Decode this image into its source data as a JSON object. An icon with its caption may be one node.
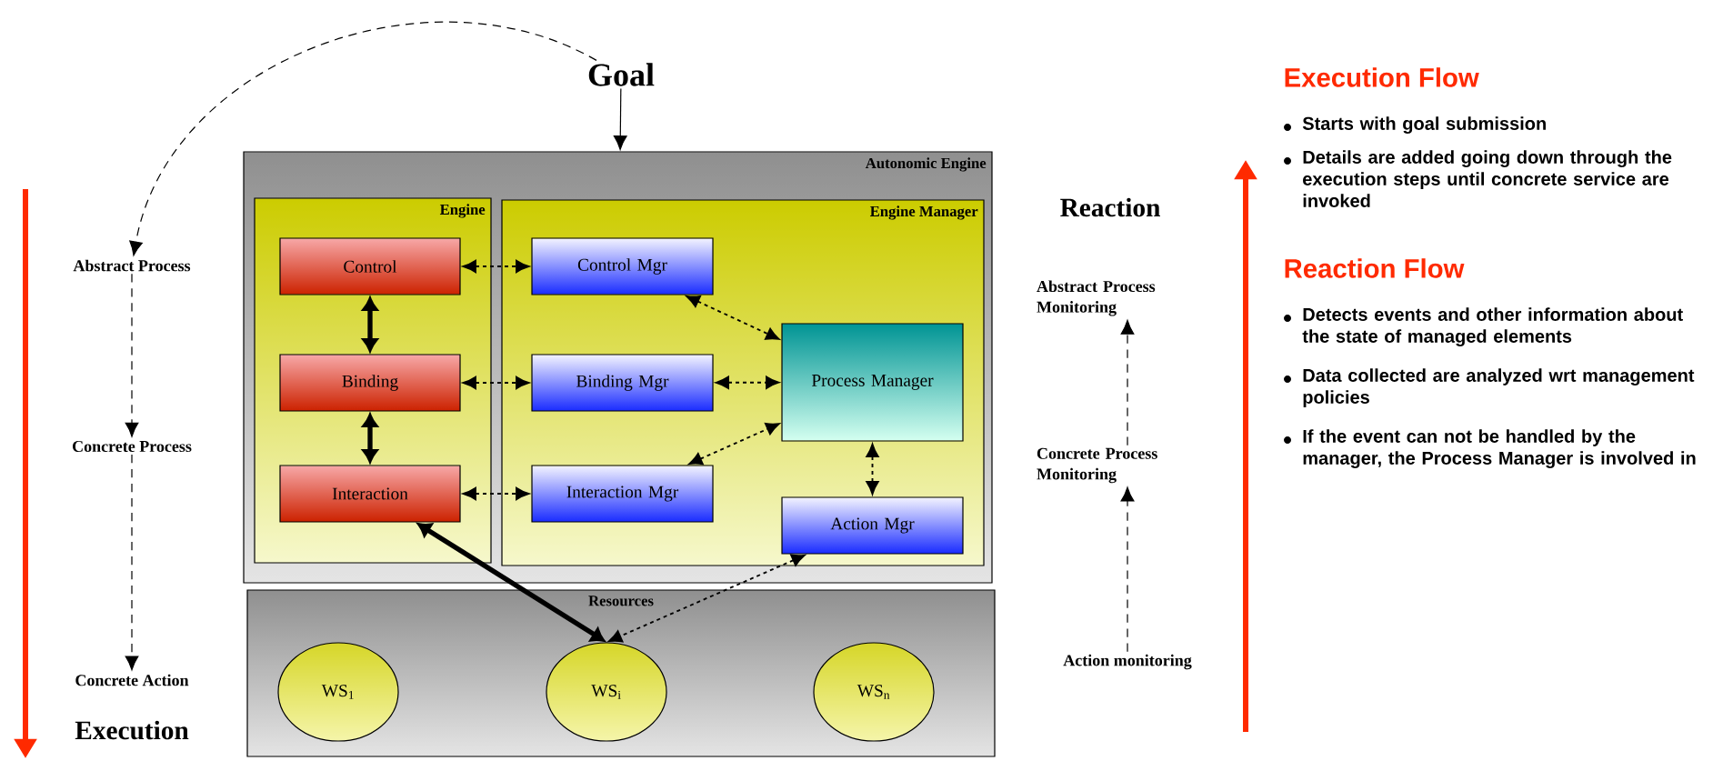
{
  "diagram": {
    "nodes": [
      {
        "text": [
          "Goal"
        ]
      },
      {
        "text": [
          "Autonomic Engine"
        ]
      },
      {
        "text": [
          "Engine"
        ],
        "in": 1
      },
      {
        "text": [
          "Control"
        ],
        "in": 2
      },
      {
        "text": [
          "Binding"
        ],
        "in": 2
      },
      {
        "text": [
          "Interaction"
        ],
        "in": 2
      },
      {
        "text": [
          "Engine Manager"
        ],
        "in": 1
      },
      {
        "text": [
          "Control Mgr"
        ],
        "in": 6
      },
      {
        "text": [
          "Binding Mgr"
        ],
        "in": 6
      },
      {
        "text": [
          "Interaction Mgr"
        ],
        "in": 6
      },
      {
        "text": [
          "Process Manager"
        ],
        "in": 6
      },
      {
        "text": [
          "Action Mgr"
        ],
        "in": 6
      },
      {
        "text": [
          "Resources"
        ]
      },
      {
        "text": [
          "WS$_{1}$"
        ],
        "in": 12
      },
      {
        "text": [
          "WS$_{i}$"
        ],
        "in": 12
      },
      {
        "text": [
          "WS$_{n}$"
        ],
        "in": 12
      },
      {
        "text": [
          "Abstract Process"
        ]
      },
      {
        "text": [
          "Concrete Process"
        ]
      },
      {
        "text": [
          "Concrete Action"
        ]
      },
      {
        "text": [
          "Abstract Process Monitoring"
        ]
      },
      {
        "text": [
          "Concrete Process Monitoring"
        ]
      },
      {
        "text": [
          "Action monitoring"
        ]
      }
    ],
    "edges": [
      {
        "from": 0,
        "to": 1,
        "arrow": "to"
      },
      {
        "from": 0,
        "to": 16,
        "arrow": "to",
        "style": "dashed"
      },
      {
        "from": 16,
        "to": 17,
        "arrow": "to",
        "style": "dashed"
      },
      {
        "from": 17,
        "to": 18,
        "arrow": "to",
        "style": "dashed"
      },
      {
        "from": 21,
        "to": 20,
        "arrow": "to",
        "style": "dashed"
      },
      {
        "from": 20,
        "to": 19,
        "arrow": "to",
        "style": "dashed"
      },
      {
        "from": 3,
        "to": 4,
        "arrow": "both",
        "style": "thick"
      },
      {
        "from": 4,
        "to": 5,
        "arrow": "both",
        "style": "thick"
      },
      {
        "from": 3,
        "to": 7,
        "arrow": "both",
        "style": "dashed"
      },
      {
        "from": 4,
        "to": 8,
        "arrow": "both",
        "style": "dashed"
      },
      {
        "from": 5,
        "to": 9,
        "arrow": "both",
        "style": "dashed"
      },
      {
        "from": 7,
        "to": 10,
        "arrow": "both",
        "style": "dashed"
      },
      {
        "from": 8,
        "to": 10,
        "arrow": "both",
        "style": "dashed"
      },
      {
        "from": 9,
        "to": 10,
        "arrow": "both",
        "style": "dashed"
      },
      {
        "from": 10,
        "to": 11,
        "arrow": "both",
        "style": "dashed"
      },
      {
        "from": 5,
        "to": 14,
        "arrow": "both",
        "style": "thick"
      },
      {
        "from": 11,
        "to": 14,
        "arrow": "both",
        "style": "dashed"
      }
    ],
    "labels": [
      "Execution",
      "Reaction",
      "Execution Flow",
      "Starts with goal submission",
      "Details are added going down through the execution steps until concrete service are invoked",
      "Reaction Flow",
      "Detects events and other information about the state of managed elements",
      "Data collected are analyzed wrt management policies",
      "If the event can not be handled by the manager, the Process Manager is involved in"
    ]
  }
}
